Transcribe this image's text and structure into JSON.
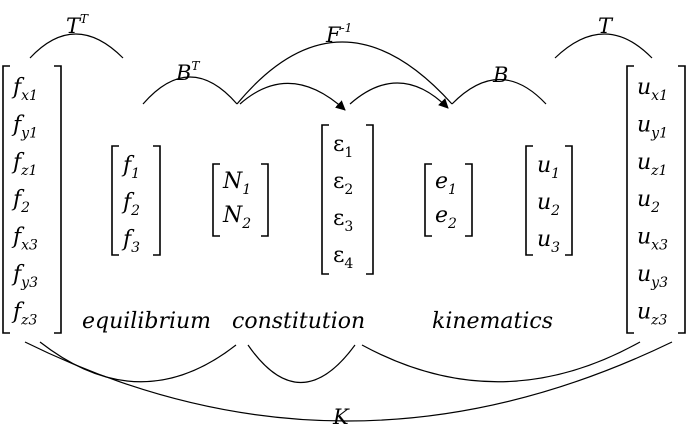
{
  "vectors": [
    {
      "id": "f_full",
      "entries": [
        {
          "base": "f",
          "sub": "x1"
        },
        {
          "base": "f",
          "sub": "y1"
        },
        {
          "base": "f",
          "sub": "z1"
        },
        {
          "base": "f",
          "sub": "2"
        },
        {
          "base": "f",
          "sub": "x3"
        },
        {
          "base": "f",
          "sub": "y3"
        },
        {
          "base": "f",
          "sub": "z3"
        }
      ]
    },
    {
      "id": "f_free",
      "entries": [
        {
          "base": "f",
          "sub": "1"
        },
        {
          "base": "f",
          "sub": "2"
        },
        {
          "base": "f",
          "sub": "3"
        }
      ]
    },
    {
      "id": "N",
      "entries": [
        {
          "base": "N",
          "sub": "1"
        },
        {
          "base": "N",
          "sub": "2"
        }
      ]
    },
    {
      "id": "epsilon",
      "entries": [
        {
          "base": "ε",
          "sub": "1"
        },
        {
          "base": "ε",
          "sub": "2"
        },
        {
          "base": "ε",
          "sub": "3"
        },
        {
          "base": "ε",
          "sub": "4"
        }
      ]
    },
    {
      "id": "e",
      "entries": [
        {
          "base": "e",
          "sub": "1"
        },
        {
          "base": "e",
          "sub": "2"
        }
      ]
    },
    {
      "id": "u_free",
      "entries": [
        {
          "base": "u",
          "sub": "1"
        },
        {
          "base": "u",
          "sub": "2"
        },
        {
          "base": "u",
          "sub": "3"
        }
      ]
    },
    {
      "id": "u_full",
      "entries": [
        {
          "base": "u",
          "sub": "x1"
        },
        {
          "base": "u",
          "sub": "y1"
        },
        {
          "base": "u",
          "sub": "z1"
        },
        {
          "base": "u",
          "sub": "2"
        },
        {
          "base": "u",
          "sub": "x3"
        },
        {
          "base": "u",
          "sub": "y3"
        },
        {
          "base": "u",
          "sub": "z3"
        }
      ]
    }
  ],
  "operators": {
    "T_transpose": {
      "base": "T",
      "sup": "T"
    },
    "B_transpose": {
      "base": "B",
      "sup": "T"
    },
    "F_inverse": {
      "base": "F",
      "sup": "-1"
    },
    "B": {
      "base": "B"
    },
    "T": {
      "base": "T"
    },
    "K": {
      "base": "K"
    }
  },
  "labels": {
    "equilibrium": "equilibrium",
    "constitution": "constitution",
    "kinematics": "kinematics"
  }
}
